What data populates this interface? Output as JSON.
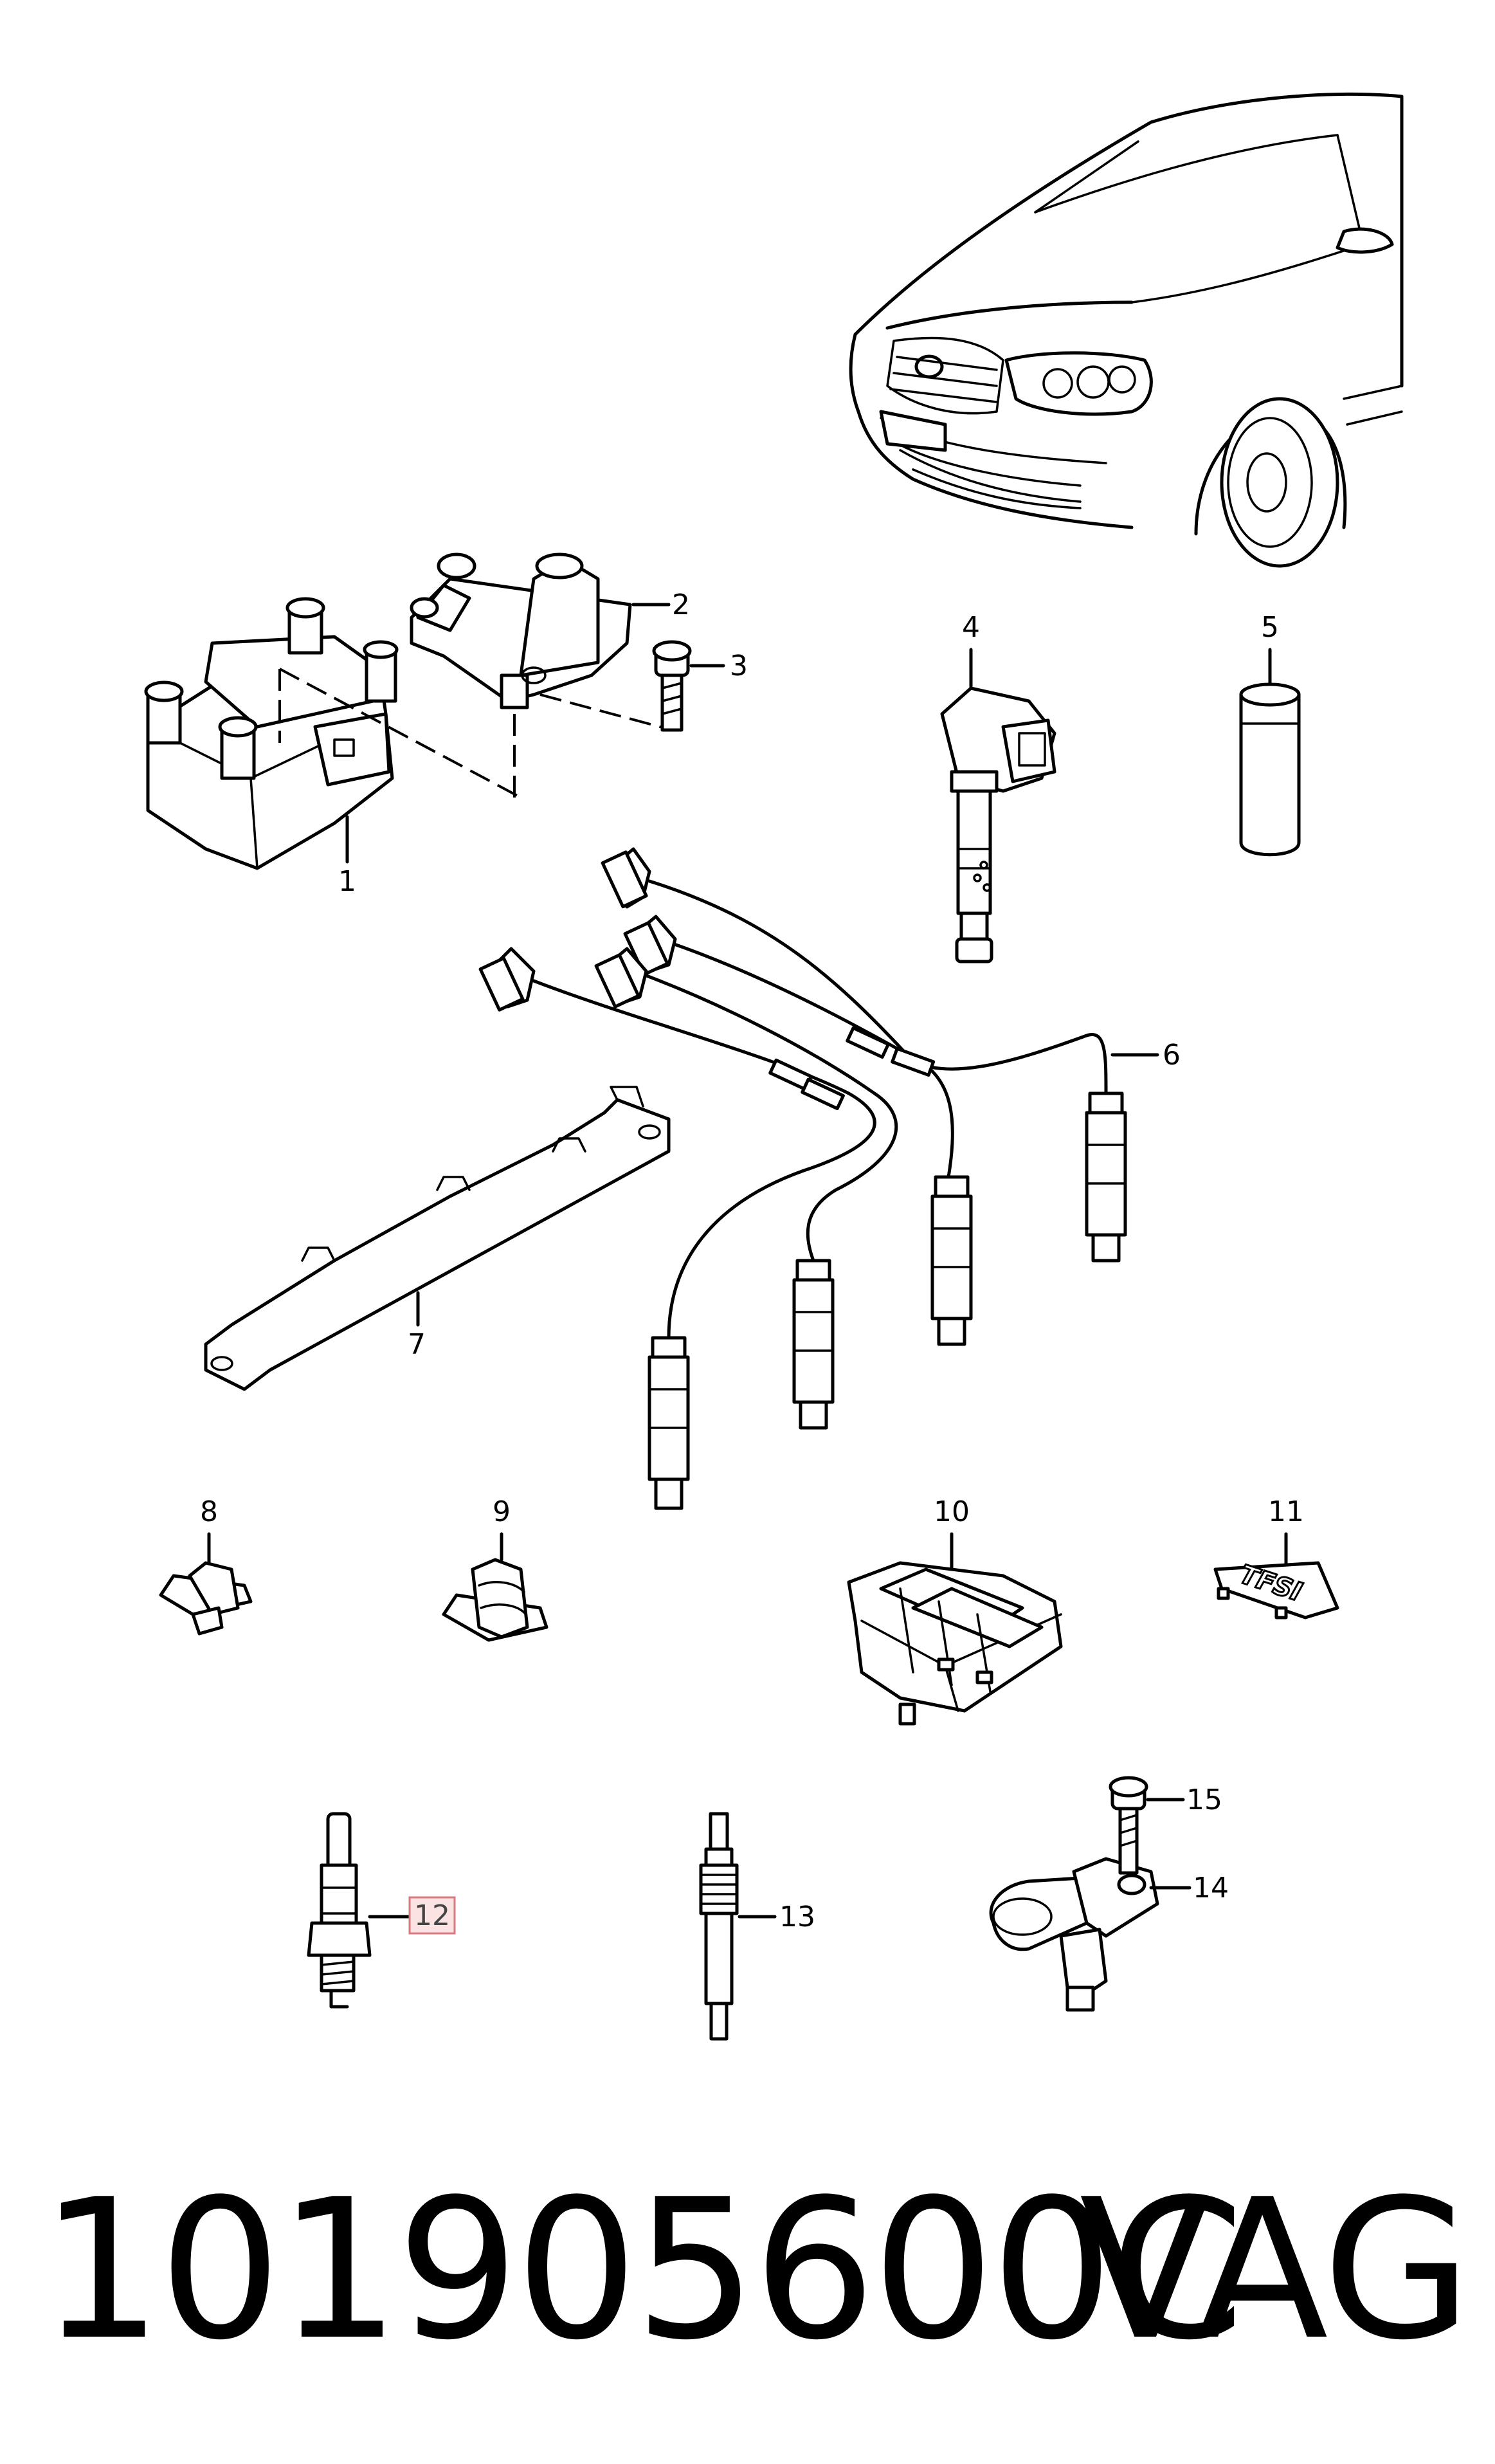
{
  "callouts": [
    {
      "id": "1",
      "label": "1"
    },
    {
      "id": "2",
      "label": "2"
    },
    {
      "id": "3",
      "label": "3"
    },
    {
      "id": "4",
      "label": "4"
    },
    {
      "id": "5",
      "label": "5"
    },
    {
      "id": "6",
      "label": "6"
    },
    {
      "id": "7",
      "label": "7"
    },
    {
      "id": "8",
      "label": "8"
    },
    {
      "id": "9",
      "label": "9"
    },
    {
      "id": "10",
      "label": "10"
    },
    {
      "id": "11",
      "label": "11"
    },
    {
      "id": "12",
      "label": "12",
      "highlighted": true
    },
    {
      "id": "13",
      "label": "13"
    },
    {
      "id": "14",
      "label": "14"
    },
    {
      "id": "15",
      "label": "15"
    }
  ],
  "emblem_text": "TFSI",
  "footer": {
    "part_number": "101905600C",
    "brand": "VAG"
  },
  "colors": {
    "line": "#000000",
    "background": "#ffffff",
    "highlight_fill": "#fbe3e4",
    "highlight_border": "#d47a80"
  }
}
